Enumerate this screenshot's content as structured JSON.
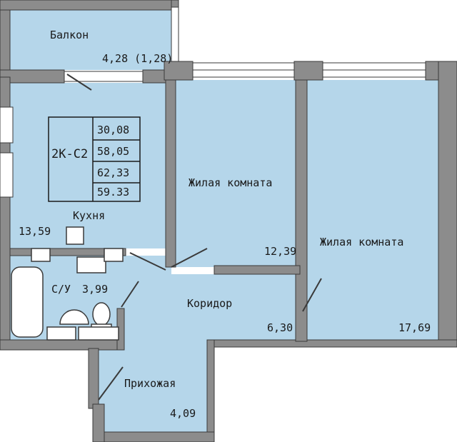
{
  "rooms": {
    "balcony": {
      "name": "Балкон",
      "area": "4,28 (1,28)"
    },
    "kitchen": {
      "name": "Кухня",
      "area": "13,59"
    },
    "bathroom": {
      "name": "С/У",
      "area": "3,99"
    },
    "living_room_1": {
      "name": "Жилая комната",
      "area": "12,39"
    },
    "living_room_2": {
      "name": "Жилая комната",
      "area": "17,69"
    },
    "corridor": {
      "name": "Коридор",
      "area": "6,30"
    },
    "hallway": {
      "name": "Прихожая",
      "area": "4,09"
    }
  },
  "apartment": {
    "type_code": "2К-С2",
    "areas": [
      "30,08",
      "58,05",
      "62,33",
      "59.33"
    ]
  },
  "colors": {
    "room_fill": "#b5d6ea",
    "wall": "#8c8c8c",
    "wall_dark": "#3a3a3a"
  }
}
